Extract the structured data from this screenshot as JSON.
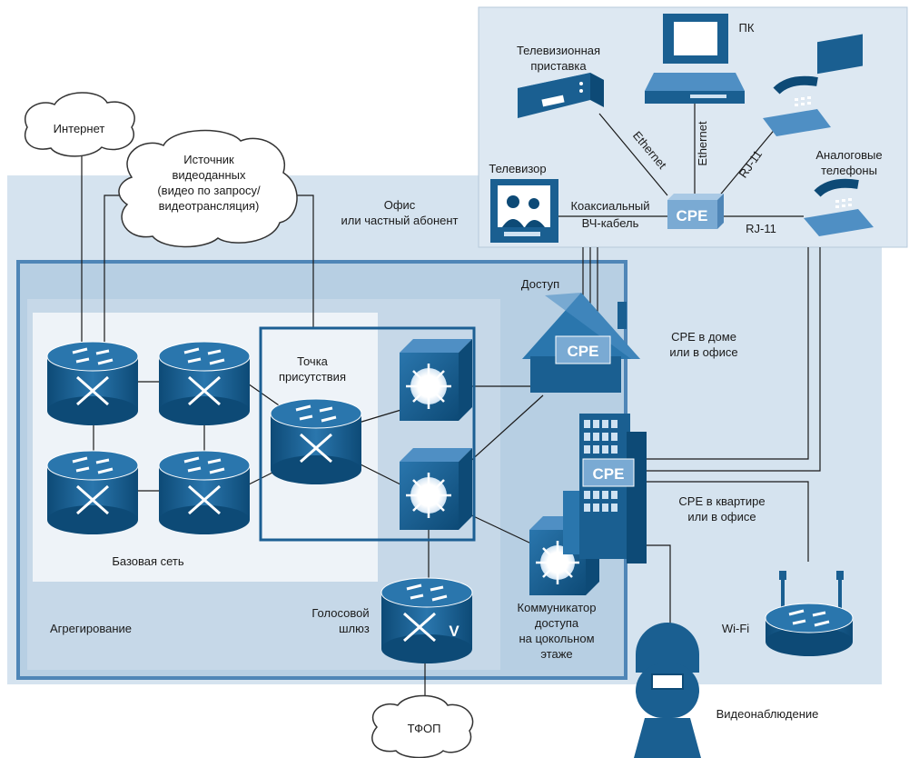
{
  "colors": {
    "outer": "#d5e3ef",
    "access": "#4f86b7",
    "aggregation": "#c1d5e6",
    "core_box": "#e9eff5",
    "device": "#1a5f91",
    "device_dark": "#0d4a76",
    "line": "#1a1a1a",
    "cpe": "#7aaad3",
    "cloud_stroke": "#333333"
  },
  "labels": {
    "internet": "Интернет",
    "video_source": [
      "Источник",
      "видеоданных",
      "(видео по запросу/",
      "видеотрансляция)"
    ],
    "office_subscriber": [
      "Офис",
      "или частный абонент"
    ],
    "access": "Доступ",
    "pop": [
      "Точка",
      "присутствия"
    ],
    "core": "Базовая сеть",
    "aggregation": "Агрегирование",
    "voice_gateway": [
      "Голосовой",
      "шлюз"
    ],
    "pstn": "ТФОП",
    "switch": [
      "Коммуникатор",
      "доступа",
      "на цокольном",
      "этаже"
    ],
    "cpe_home": [
      "CPE в доме",
      "или в офисе"
    ],
    "cpe_apartment": [
      "CPE в квартире",
      "или в офисе"
    ],
    "wifi": "Wi-Fi",
    "cctv": "Видеонаблюдение",
    "tv_box": [
      "Телевизионная",
      "приставка"
    ],
    "pc": "ПК",
    "tv": "Телевизор",
    "coax": [
      "Коаксиальный",
      "ВЧ-кабель"
    ],
    "analog_phones": [
      "Аналоговые",
      "телефоны"
    ],
    "ethernet": "Ethernet",
    "rj11": "RJ-11",
    "cpe": "CPE",
    "v": "V"
  }
}
